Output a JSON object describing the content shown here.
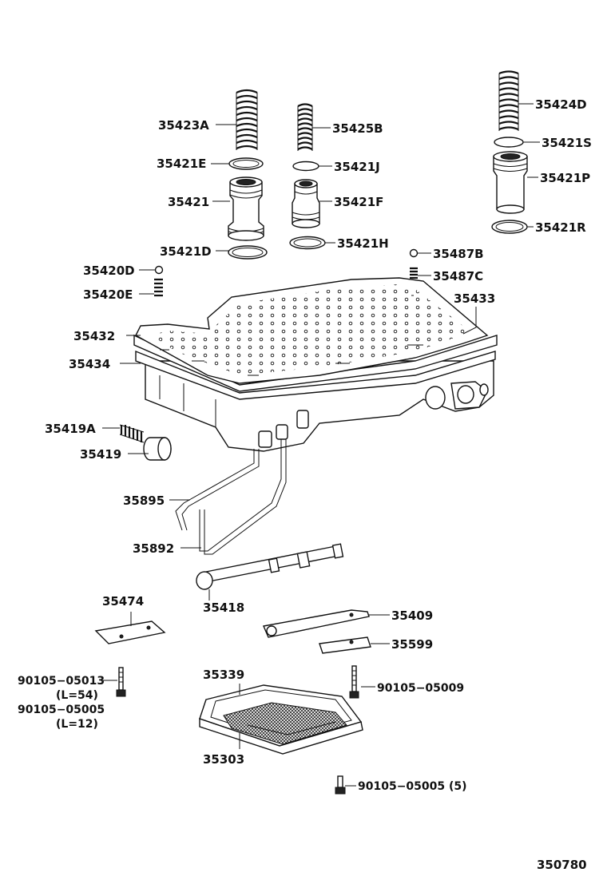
{
  "labels": {
    "p35423A": "35423A",
    "p35421E": "35421E",
    "p35421": "35421",
    "p35421D": "35421D",
    "p35425B": "35425B",
    "p35421J": "35421J",
    "p35421F": "35421F",
    "p35421H": "35421H",
    "p35424D": "35424D",
    "p35421S": "35421S",
    "p35421P": "35421P",
    "p35421R": "35421R",
    "p35487B": "35487B",
    "p35487C": "35487C",
    "p35420D": "35420D",
    "p35420E": "35420E",
    "p35433": "35433",
    "p35432": "35432",
    "p35434": "35434",
    "p35419A": "35419A",
    "p35419": "35419",
    "p35895": "35895",
    "p35892": "35892",
    "p35418": "35418",
    "p35474": "35474",
    "p35409": "35409",
    "p35599": "35599",
    "p90105_05013": "90105−05013",
    "l54": "(L=54)",
    "p90105_05005a": "90105−05005",
    "l12": "(L=12)",
    "p35339": "35339",
    "p90105_05009": "90105−05009",
    "p35303": "35303",
    "p90105_05005b": "90105−05005 (5)",
    "diagram_id": "350780"
  }
}
